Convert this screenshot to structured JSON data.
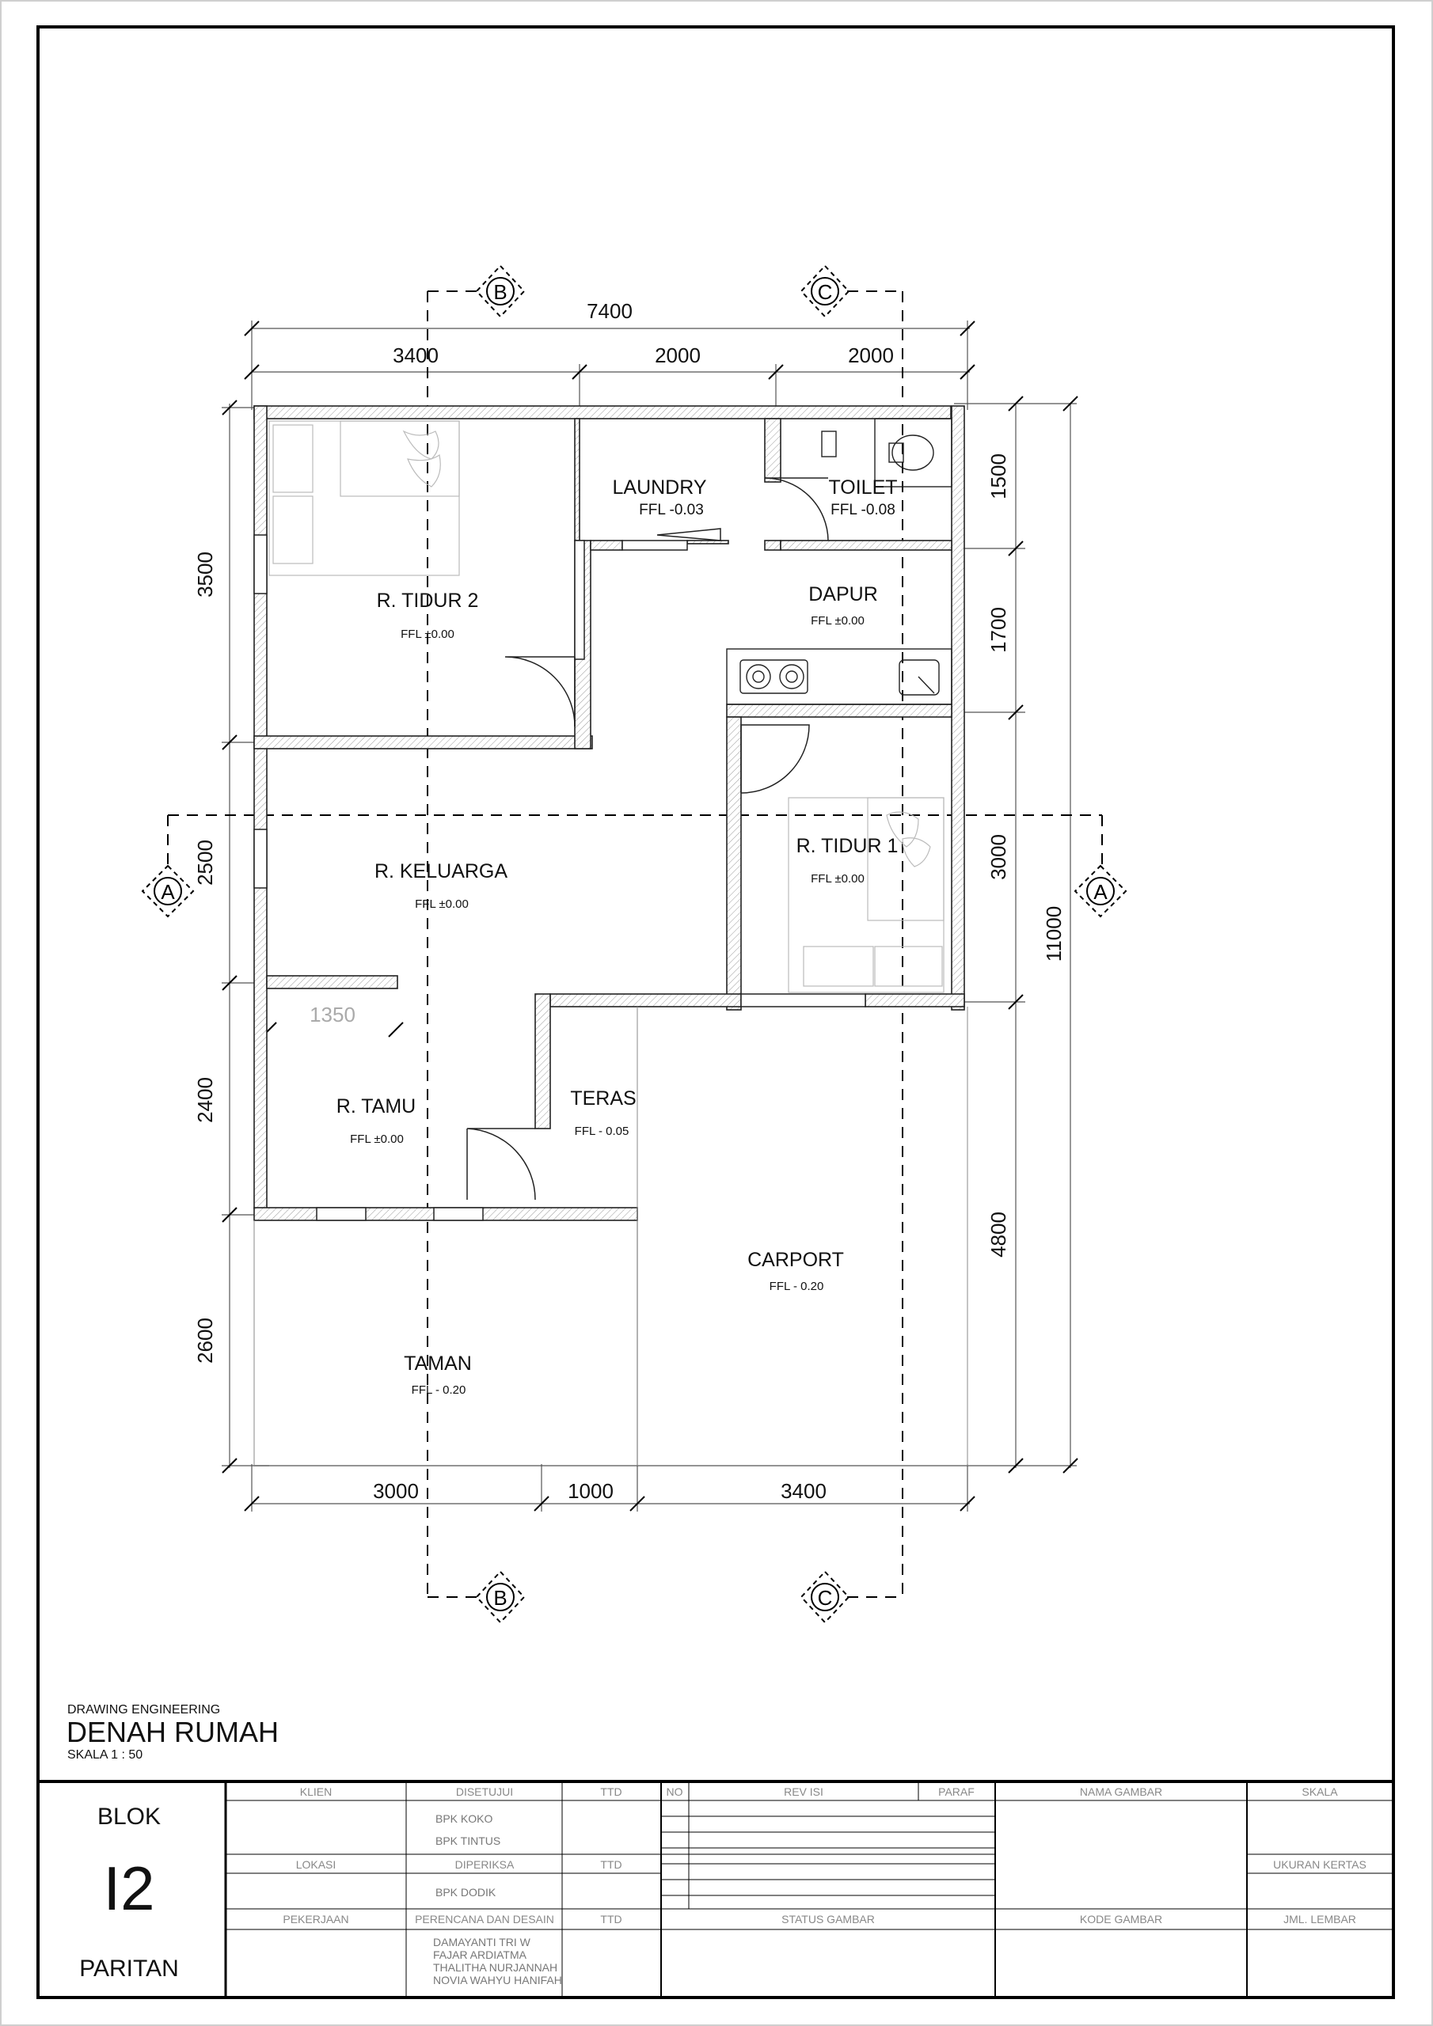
{
  "drawing": {
    "subtitle": "DRAWING ENGINEERING",
    "title": "DENAH RUMAH",
    "scale": "SKALA 1 : 50"
  },
  "rooms": {
    "tidur2": {
      "name": "R. TIDUR 2",
      "ffl": "FFL ±0.00"
    },
    "laundry": {
      "name": "LAUNDRY",
      "ffl": "FFL -0.03"
    },
    "toilet": {
      "name": "TOILET",
      "ffl": "FFL -0.08"
    },
    "dapur": {
      "name": "DAPUR",
      "ffl": "FFL ±0.00"
    },
    "keluarga": {
      "name": "R. KELUARGA",
      "ffl": "FFL ±0.00"
    },
    "tidur1": {
      "name": "R. TIDUR 1",
      "ffl": "FFL ±0.00"
    },
    "tamu": {
      "name": "R. TAMU",
      "ffl": "FFL ±0.00"
    },
    "teras": {
      "name": "TERAS",
      "ffl": "FFL - 0.05"
    },
    "carport": {
      "name": "CARPORT",
      "ffl": "FFL - 0.20"
    },
    "taman": {
      "name": "TAMAN",
      "ffl": "FFL - 0.20"
    }
  },
  "dimensions": {
    "top_total": "7400",
    "top_1": "3400",
    "top_2": "2000",
    "top_3": "2000",
    "bottom_1": "3000",
    "bottom_2": "1000",
    "bottom_3": "3400",
    "left_1": "3500",
    "left_2": "2500",
    "left_3": "2400",
    "left_4": "2600",
    "right_1": "1500",
    "right_2": "1700",
    "right_3": "3000",
    "right_4": "4800",
    "right_total": "11000",
    "inner": "1350"
  },
  "section_markers": {
    "a": "A",
    "b": "B",
    "c": "C"
  },
  "title_block": {
    "blok_label": "BLOK",
    "blok_value": "I2",
    "location": "PARITAN",
    "klien": "KLIEN",
    "disetujui": "DISETUJUI",
    "ttd": "TTD",
    "no": "NO",
    "rev_isi": "REV ISI",
    "paraf": "PARAF",
    "nama_gambar": "NAMA GAMBAR",
    "skala": "SKALA",
    "bpk_koko": "BPK KOKO",
    "bpk_tintus": "BPK TINTUS",
    "lokasi": "LOKASI",
    "diperiksa": "DIPERIKSA",
    "ukuran_kertas": "UKURAN KERTAS",
    "bpk_dodik": "BPK DODIK",
    "pekerjaan": "PEKERJAAN",
    "perencana": "PERENCANA DAN DESAIN",
    "status_gambar": "STATUS GAMBAR",
    "kode_gambar": "KODE GAMBAR",
    "jml_lembar": "JML. LEMBAR",
    "designers": [
      "DAMAYANTI TRI W",
      "FAJAR ARDIATMA",
      "THALITHA NURJANNAH",
      "NOVIA WAHYU HANIFAH"
    ]
  }
}
